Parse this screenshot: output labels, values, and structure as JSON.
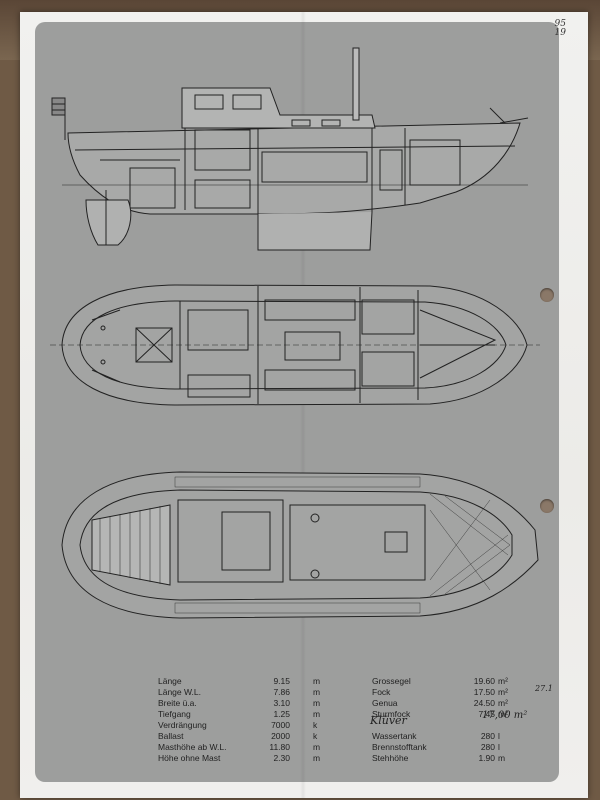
{
  "page_mark": {
    "line1": "95",
    "line2": "19"
  },
  "specs_left": [
    {
      "label": "Länge",
      "value": "9.15",
      "unit": "m"
    },
    {
      "label": "Länge W.L.",
      "value": "7.86",
      "unit": "m"
    },
    {
      "label": "Breite ü.a.",
      "value": "3.10",
      "unit": "m"
    },
    {
      "label": "Tiefgang",
      "value": "1.25",
      "unit": "m"
    },
    {
      "label": "Verdrängung",
      "value": "7000",
      "unit": "k"
    },
    {
      "label": "Ballast",
      "value": "2000",
      "unit": "k"
    },
    {
      "label": "Masthöhe ab W.L.",
      "value": "11.80",
      "unit": "m"
    },
    {
      "label": "Höhe ohne Mast",
      "value": "2.30",
      "unit": "m"
    }
  ],
  "specs_right": [
    {
      "label": "Grossegel",
      "value": "19.60",
      "unit": "m²"
    },
    {
      "label": "Fock",
      "value": "17.50",
      "unit": "m²"
    },
    {
      "label": "Genua",
      "value": "24.50",
      "unit": "m²"
    },
    {
      "label": "Sturmfock",
      "value": "7.45",
      "unit": "m²"
    },
    {
      "label": "",
      "value": "",
      "unit": ""
    },
    {
      "label": "Wassertank",
      "value": "280",
      "unit": "l"
    },
    {
      "label": "Brennstofftank",
      "value": "280",
      "unit": "l"
    },
    {
      "label": "Stehhöhe",
      "value": "1.90",
      "unit": "m"
    }
  ],
  "annotations": {
    "fock_note": "27.1",
    "handwritten_label": "Klüver",
    "handwritten_value": "17,00 m²"
  }
}
